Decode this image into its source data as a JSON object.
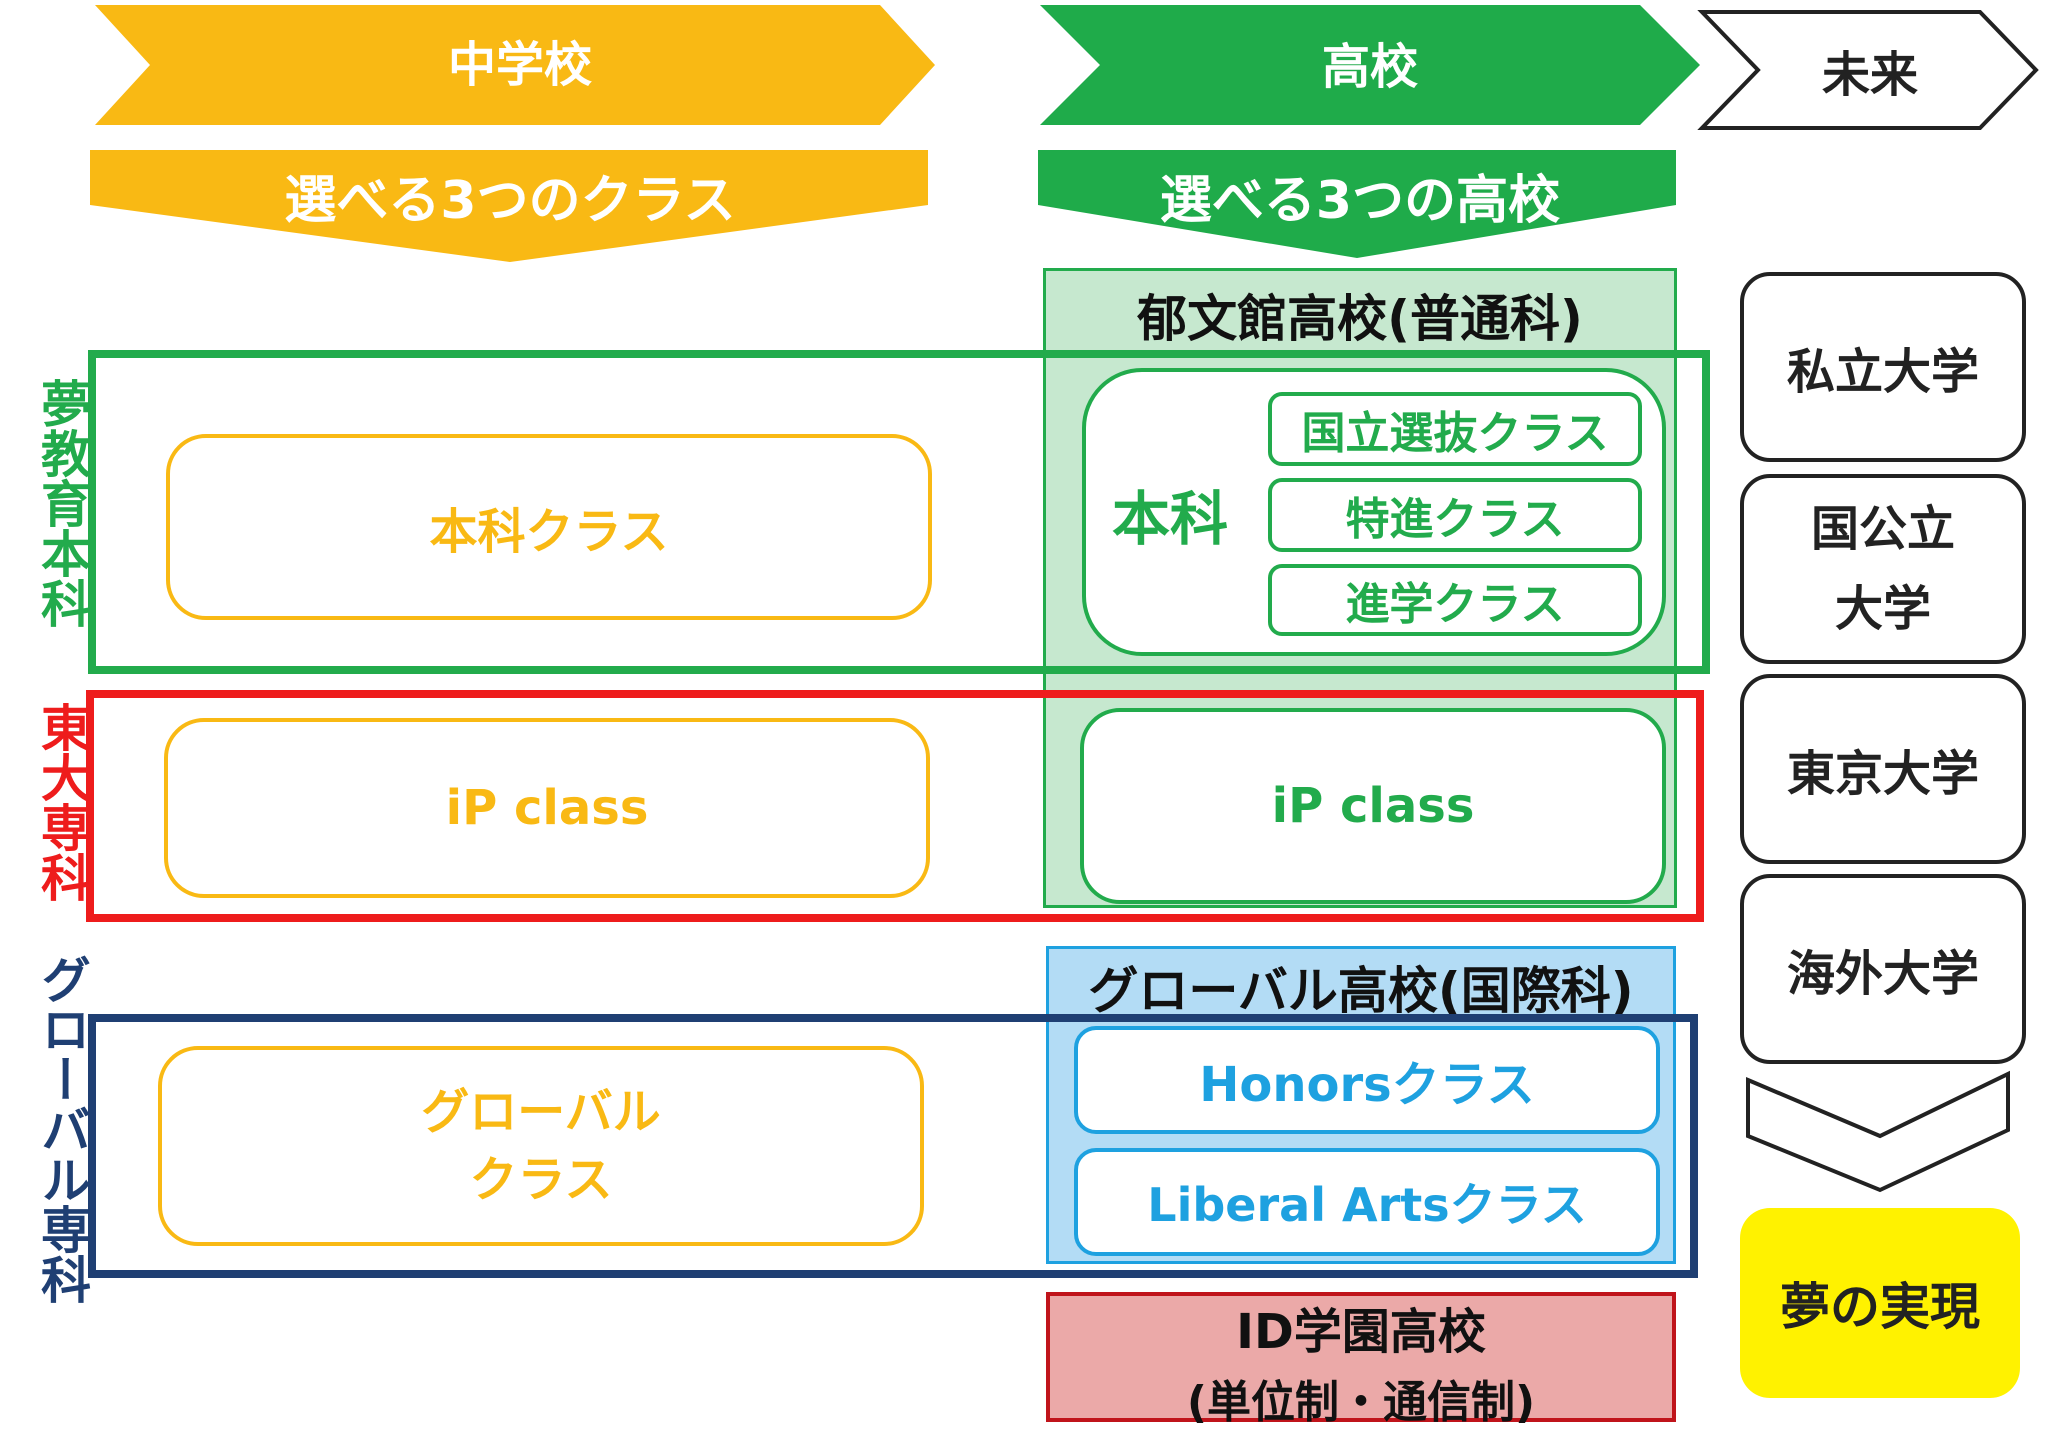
{
  "header": {
    "junior_high": "中学校",
    "high_school": "高校",
    "future": "未来",
    "junior_sub": "選べる3つのクラス",
    "high_sub": "選べる3つの高校"
  },
  "tracks": {
    "yume": "夢教育本科",
    "todai": "東大専科",
    "global": "グローバル専科"
  },
  "junior_classes": {
    "honka": "本科クラス",
    "ip": "iP class",
    "global_line1": "グローバル",
    "global_line2": "クラス"
  },
  "ikubunkan": {
    "title": "郁文館高校(普通科)",
    "honka_label": "本科",
    "courses": [
      "国立選抜クラス",
      "特進クラス",
      "進学クラス"
    ],
    "ip": "iP class"
  },
  "global_high": {
    "title": "グローバル高校(国際科)",
    "courses": [
      "Honorsクラス",
      "Liberal Artsクラス"
    ]
  },
  "id_gakuen": {
    "title": "ID学園高校",
    "subtitle": "(単位制・通信制)"
  },
  "future_destinations": [
    "私立大学",
    "国公立\n大学",
    "東京大学",
    "海外大学"
  ],
  "dream": "夢の実現",
  "colors": {
    "yellow": "#f9b914",
    "green": "#22ab4c",
    "red": "#ee1c1c",
    "navy": "#1f3f73",
    "light_green": "#c6e8cf",
    "light_blue": "#b3dcf5",
    "blue_text": "#1ea1e0",
    "pink": "#eba9a8",
    "dream_yellow": "#fff200"
  }
}
